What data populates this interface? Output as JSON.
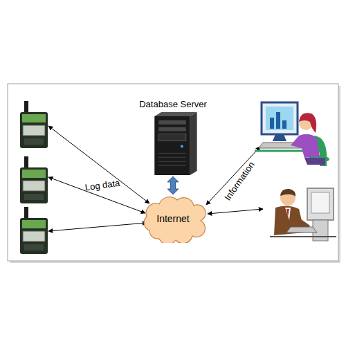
{
  "diagram": {
    "nodes": [
      {
        "text": [
          "Database Server"
        ]
      },
      {
        "text": [
          "Internet"
        ]
      }
    ],
    "edges": [
      {
        "from": 0,
        "to": 1,
        "arrow": "both"
      }
    ],
    "labels": [
      "Log data",
      "Information"
    ]
  }
}
